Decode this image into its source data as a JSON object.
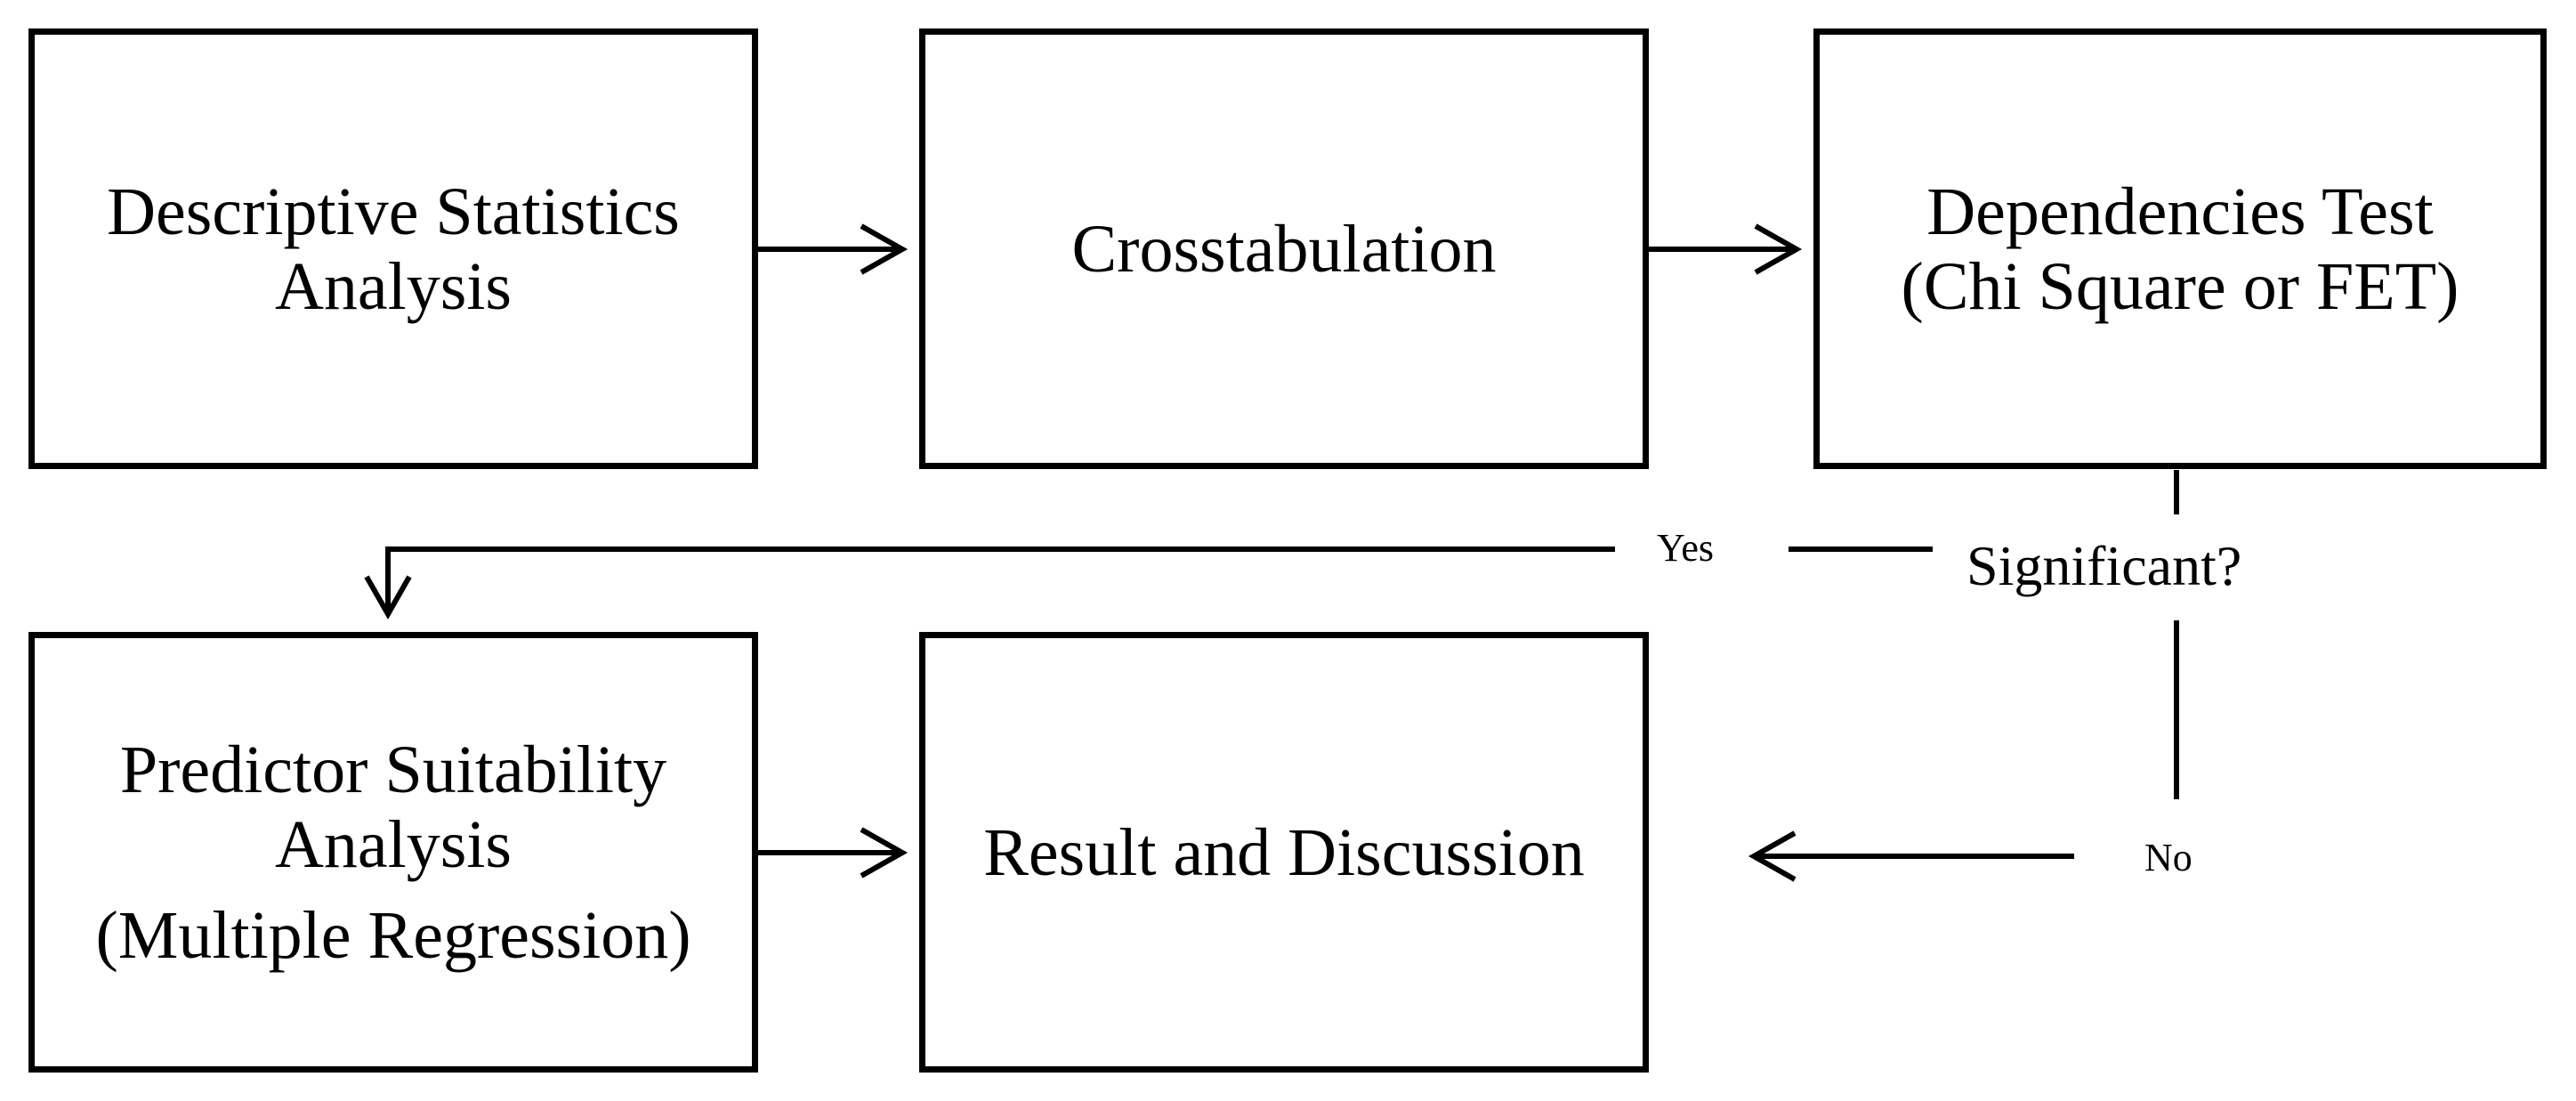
{
  "nodes": {
    "descriptive": {
      "lines": [
        "Descriptive Statistics",
        "Analysis"
      ]
    },
    "crosstab": {
      "lines": [
        "Crosstabulation"
      ]
    },
    "dependencies": {
      "lines": [
        "Dependencies Test",
        "(Chi Square or FET)"
      ]
    },
    "predictor": {
      "lines": [
        "Predictor Suitability",
        "Analysis",
        "(Multiple Regression)"
      ]
    },
    "result": {
      "lines": [
        "Result and Discussion"
      ]
    }
  },
  "decision": {
    "label": "Significant?"
  },
  "edges": {
    "yes_label": "Yes",
    "no_label": "No"
  },
  "colors": {
    "stroke": "#000000",
    "background": "#ffffff"
  }
}
